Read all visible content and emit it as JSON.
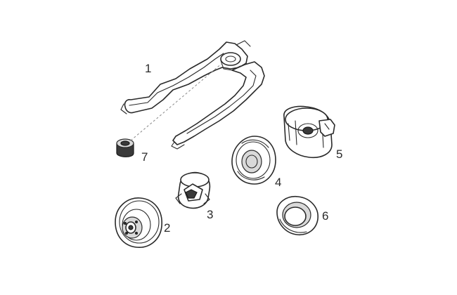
{
  "parts": [
    {
      "id": "fork",
      "label": "1"
    },
    {
      "id": "pulley",
      "label": "2"
    },
    {
      "id": "small-gear",
      "label": "3"
    },
    {
      "id": "grooved-wheel",
      "label": "4"
    },
    {
      "id": "housing",
      "label": "5"
    },
    {
      "id": "seal-ring",
      "label": "6"
    },
    {
      "id": "bushing",
      "label": "7"
    }
  ]
}
